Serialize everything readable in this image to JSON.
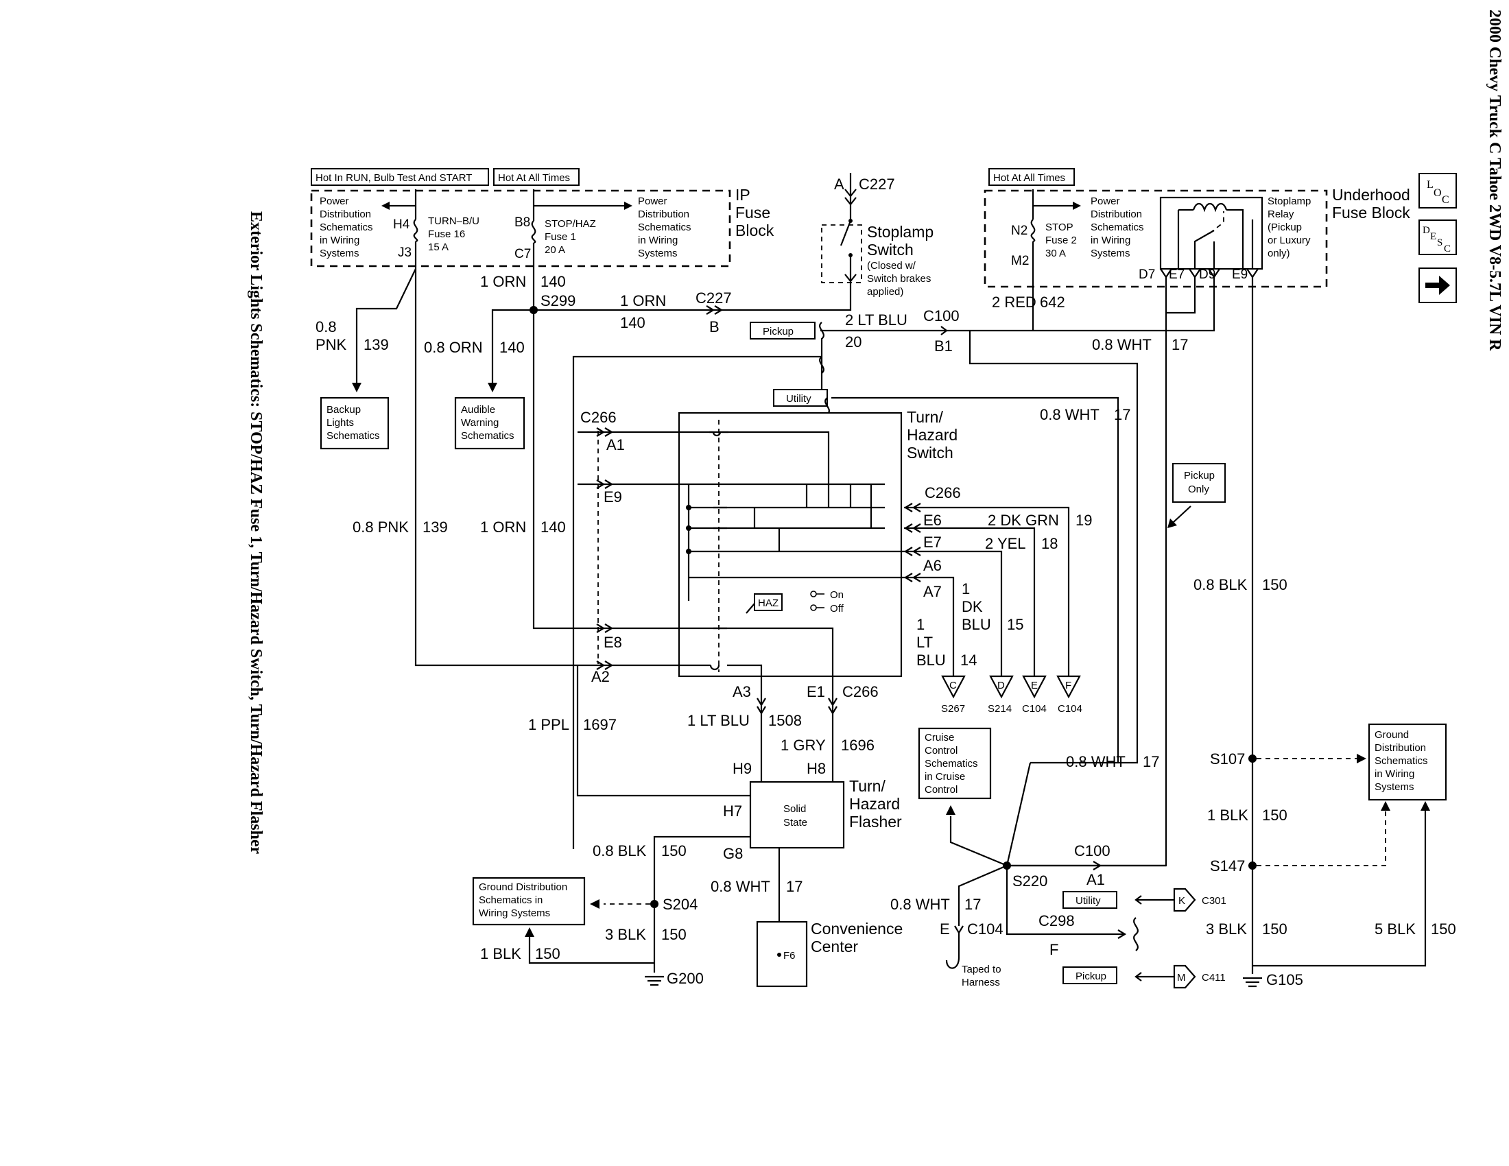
{
  "page_title": "2000 Chevy Truck C Tahoe 2WD V8-5.7L VIN R",
  "section_title": "Exterior Lights Schematics: STOP/HAZ Fuse 1, Turn/Hazard Switch, Turn/Hazard Flasher",
  "nav": {
    "loc": "LOC",
    "desc": "DESC",
    "next_arrow": "→"
  },
  "headers": {
    "run": "Hot In RUN, Bulb Test And START",
    "hot1": "Hot At All Times",
    "hot2": "Hot At All Times"
  },
  "ip_fuse": {
    "block_name": [
      "IP",
      "Fuse",
      "Block"
    ],
    "pdist_left": [
      "Power",
      "Distribution",
      "Schematics",
      "in Wiring",
      "Systems"
    ],
    "pdist_mid": [
      "Power",
      "Distribution",
      "Schematics",
      "in Wiring",
      "Systems"
    ],
    "fuse16": [
      "TURN–B/U",
      "Fuse 16",
      "15 A"
    ],
    "fuse1": [
      "STOP/HAZ",
      "Fuse 1",
      "20 A"
    ],
    "pins": {
      "h4": "H4",
      "j3": "J3",
      "b8": "B8",
      "c7": "C7"
    }
  },
  "underhood": {
    "block_name": [
      "Underhood",
      "Fuse Block"
    ],
    "pdist": [
      "Power",
      "Distribution",
      "Schematics",
      "in Wiring",
      "Systems"
    ],
    "fuse2": [
      "STOP",
      "Fuse 2",
      "30 A"
    ],
    "relay": [
      "Stoplamp",
      "Relay",
      "(Pickup",
      "or Luxury",
      "only)"
    ],
    "pins": {
      "n2": "N2",
      "m2": "M2",
      "d7": "D7",
      "e7": "E7",
      "d9": "D9",
      "e9": "E9"
    }
  },
  "stoplamp": {
    "title": [
      "Stoplamp",
      "Switch"
    ],
    "note": [
      "(Closed w/",
      "Switch brakes",
      "applied)"
    ],
    "conn_a": "A",
    "conn_c227": "C227",
    "conn_b": "B",
    "conn_c227b": "C227"
  },
  "turnhaz_switch": {
    "title": [
      "Turn/",
      "Hazard",
      "Switch"
    ],
    "haz": "HAZ",
    "on": "On",
    "off": "Off"
  },
  "flasher": {
    "title": [
      "Turn/",
      "Hazard",
      "Flasher"
    ],
    "inner": [
      "Solid",
      "State"
    ]
  },
  "convenience": {
    "title": [
      "Convenience",
      "Center"
    ],
    "pin": "F6"
  },
  "refs": {
    "backup": [
      "Backup",
      "Lights",
      "Schematics"
    ],
    "audible": [
      "Audible",
      "Warning",
      "Schematics"
    ],
    "cruise": [
      "Cruise",
      "Control",
      "Schematics",
      "in Cruise",
      "Control"
    ],
    "ground_left": [
      "Ground Distribution",
      "Schematics in",
      "Wiring Systems"
    ],
    "ground_right": [
      "Ground",
      "Distribution",
      "Schematics",
      "in Wiring",
      "Systems"
    ],
    "pickup_only": [
      "Pickup",
      "Only"
    ],
    "pickup1": "Pickup",
    "utility1": "Utility",
    "utility2": "Utility",
    "pickup2": "Pickup",
    "taped": [
      "Taped to",
      "Harness"
    ]
  },
  "wire_labels": {
    "orn140_top_c": "1 ORN",
    "orn140_top_n": "140",
    "s299": "S299",
    "orn140_mid_c": "1 ORN",
    "orn140_mid_n": "140",
    "c227_b": "C227",
    "b_pin": "B",
    "ltblu20_c": "2 LT BLU",
    "ltblu20_n": "20",
    "c100": "C100",
    "b1": "B1",
    "red642_c": "2 RED",
    "red642_n": "642",
    "wht17_a_c": "0.8 WHT",
    "wht17_a_n": "17",
    "wht17_b_c": "0.8 WHT",
    "wht17_b_n": "17",
    "pnk139_top_c": [
      "0.8",
      "PNK"
    ],
    "pnk139_top_n": "139",
    "orn140_aw_c": "0.8 ORN",
    "orn140_aw_n": "140",
    "pnk139_low_c": "0.8 PNK",
    "pnk139_low_n": "139",
    "orn140_low_c": "1 ORN",
    "orn140_low_n": "140",
    "c266_top": "C266",
    "a1": "A1",
    "e9": "E9",
    "c266_right": "C266",
    "e6": "E6",
    "e7": "E7",
    "a6": "A6",
    "a7": "A7",
    "dkgrn19_c": "2 DK GRN",
    "dkgrn19_n": "19",
    "yel18_c": "2 YEL",
    "yel18_n": "18",
    "dkblu15_c": [
      "1",
      "DK",
      "BLU"
    ],
    "dkblu15_n": "15",
    "ltblu14_c": [
      "1",
      "LT",
      "BLU"
    ],
    "ltblu14_n": "14",
    "e8": "E8",
    "a2": "A2",
    "a3": "A3",
    "e1": "E1",
    "c266_bot": "C266",
    "ppl1697_c": "1 PPL",
    "ppl1697_n": "1697",
    "ltblu1508_c": "1 LT BLU",
    "ltblu1508_n": "1508",
    "gry1696_c": "1 GRY",
    "gry1696_n": "1696",
    "h9": "H9",
    "h8": "H8",
    "h7": "H7",
    "g8": "G8",
    "blk150_g8_c": "0.8 BLK",
    "blk150_g8_n": "150",
    "s204": "S204",
    "blk150_3_c": "3 BLK",
    "blk150_3_n": "150",
    "blk150_1_c": "1 BLK",
    "blk150_1_n": "150",
    "g200": "G200",
    "wht17_cc_c": "0.8 WHT",
    "wht17_cc_n": "17",
    "wht17_c_c": "0.8 WHT",
    "wht17_c_n": "17",
    "s220": "S220",
    "c100b": "C100",
    "a1b": "A1",
    "wht17_d_c": "0.8 WHT",
    "wht17_d_n": "17",
    "e_pin": "E",
    "c104": "C104",
    "c298": "C298",
    "f_pin": "F",
    "k_pin": "K",
    "c301": "C301",
    "m_pin": "M",
    "c411": "C411",
    "blk150_08_c": "0.8 BLK",
    "blk150_08_n": "150",
    "s107": "S107",
    "blk150_r1_c": "1 BLK",
    "blk150_r1_n": "150",
    "s147": "S147",
    "blk150_r3_c": "3 BLK",
    "blk150_r3_n": "150",
    "blk150_r5_c": "5 BLK",
    "blk150_r5_n": "150",
    "g105": "G105"
  },
  "terminals": [
    {
      "letter": "C",
      "label": "S267"
    },
    {
      "letter": "D",
      "label": "S214"
    },
    {
      "letter": "E",
      "label": "C104"
    },
    {
      "letter": "F",
      "label": "C104"
    }
  ]
}
